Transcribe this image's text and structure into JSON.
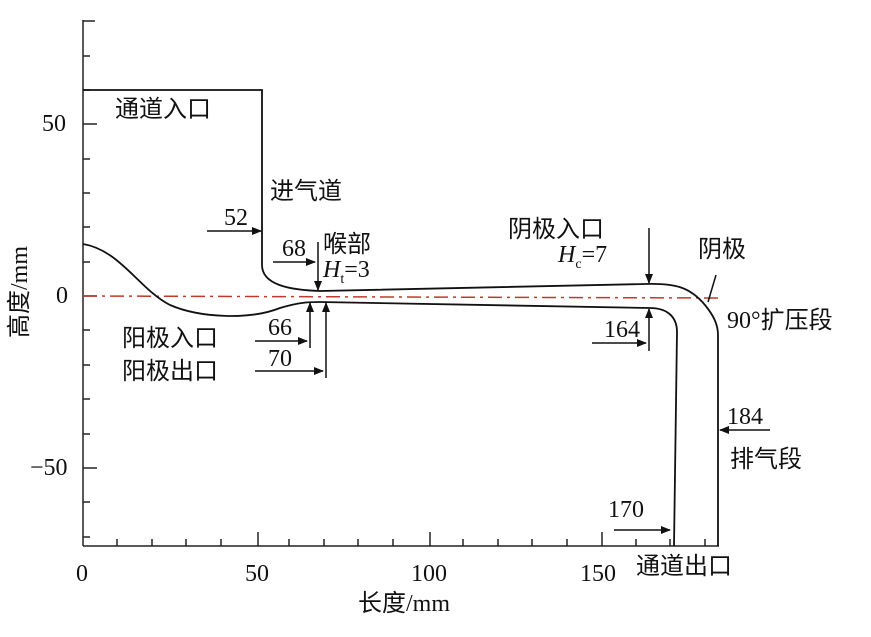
{
  "axes": {
    "x_label": "长度/mm",
    "y_label": "高度/mm",
    "x_ticks": [
      "0",
      "50",
      "100",
      "150"
    ],
    "y_ticks": [
      "50",
      "0",
      "−50"
    ],
    "x_range": [
      0,
      185
    ],
    "y_range": [
      -73,
      80
    ]
  },
  "labels": {
    "channel_inlet": "通道入口",
    "intake": "进气道",
    "throat": "喉部",
    "ht_symbol": "H",
    "ht_sub": "t",
    "ht_value": "=3",
    "anode_inlet": "阳极入口",
    "anode_outlet": "阳极出口",
    "cathode_inlet": "阴极入口",
    "hc_symbol": "H",
    "hc_sub": "c",
    "hc_value": "=7",
    "cathode": "阴极",
    "diffuser": "90°扩压段",
    "exhaust": "排气段",
    "channel_outlet": "通道出口"
  },
  "dimensions": [
    "52",
    "68",
    "66",
    "70",
    "164",
    "170",
    "184"
  ],
  "colors": {
    "centerline": "#c0392b",
    "line": "#111111"
  }
}
